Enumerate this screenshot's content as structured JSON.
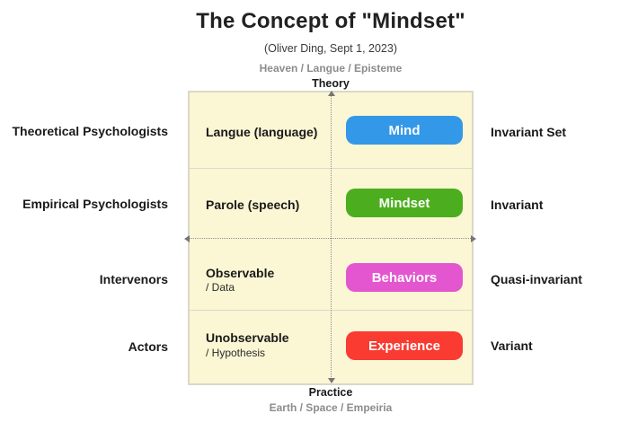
{
  "title": "The Concept of \"Mindset\"",
  "subtitle": "(Oliver Ding, Sept 1, 2023)",
  "axes": {
    "top_sub": "Heaven / Langue / Episteme",
    "top_main": "Theory",
    "bottom_main": "Practice",
    "bottom_sub": "Earth / Space / Empeiria"
  },
  "rows": [
    {
      "left_label": "Theoretical Psychologists",
      "cell_title": "Langue (language)",
      "cell_sub": "",
      "button": "Mind",
      "button_color": "#3398e8",
      "right_label": "Invariant Set"
    },
    {
      "left_label": "Empirical Psychologists",
      "cell_title": "Parole (speech)",
      "cell_sub": "",
      "button": "Mindset",
      "button_color": "#4cae1e",
      "right_label": "Invariant"
    },
    {
      "left_label": "Intervenors",
      "cell_title": "Observable",
      "cell_sub": "/ Data",
      "button": "Behaviors",
      "button_color": "#e456d0",
      "right_label": "Quasi-invariant"
    },
    {
      "left_label": "Actors",
      "cell_title": "Unobservable",
      "cell_sub": "/ Hypothesis",
      "button": "Experience",
      "button_color": "#f93b31",
      "right_label": "Variant"
    }
  ],
  "colors": {
    "accent_blue": "#3398e8",
    "accent_green": "#4cae1e",
    "accent_pink": "#e456d0",
    "accent_red": "#f93b31",
    "panel_bg": "#fbf6d4",
    "panel_border": "#dbd8c6",
    "axis_gray": "#8c8c8c"
  }
}
